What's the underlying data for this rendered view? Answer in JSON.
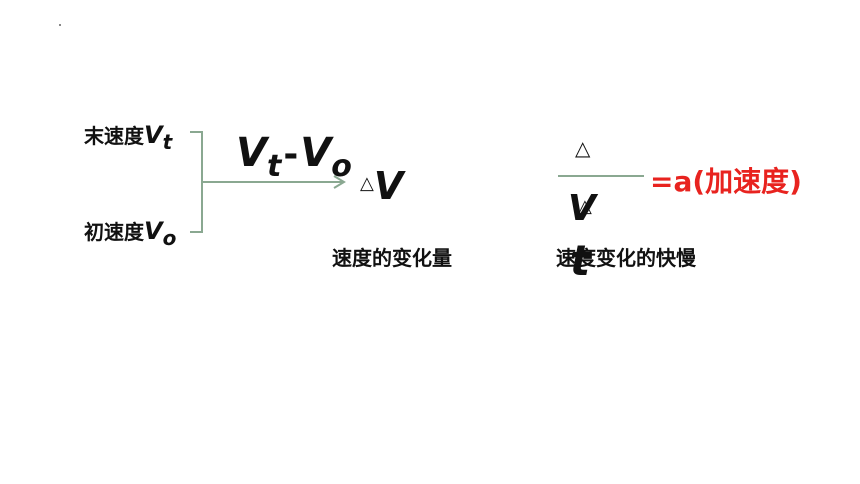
{
  "left_labels": {
    "final_velocity": {
      "text": "末速度",
      "symbol": "V",
      "subscript": "t"
    },
    "initial_velocity": {
      "text": "初速度",
      "symbol": "V",
      "subscript": "o"
    }
  },
  "difference_expr": {
    "v1": "V",
    "sub1": "t",
    "minus": "-",
    "v2": "V",
    "sub2": "o"
  },
  "delta_v": {
    "triangle": "△",
    "symbol": "V"
  },
  "captions": {
    "change_amount": "速度的变化量",
    "rate_of_change": "速度变化的快慢"
  },
  "fraction": {
    "numerator_triangle": "△",
    "denominator_triangle": "△",
    "denominator_v": "V",
    "denominator_t": "t",
    "result": "=a(加速度)"
  },
  "colors": {
    "accent_red": "#e8231f",
    "connector_green": "#8aa891"
  }
}
